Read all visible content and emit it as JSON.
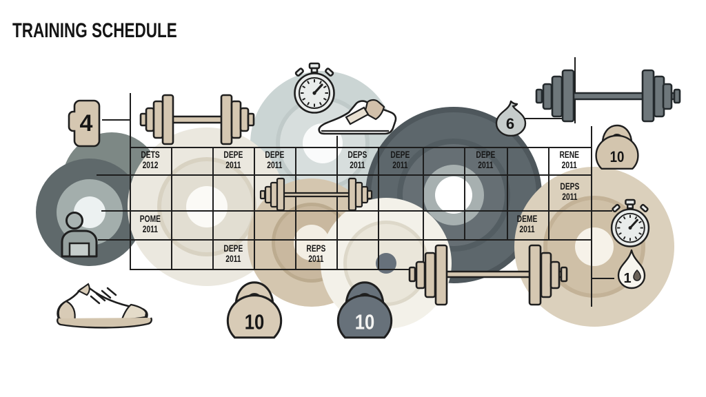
{
  "title": "TRAINING SCHEDULE",
  "table": {
    "cells": [
      {
        "name": "DETS",
        "year": "2012"
      },
      {
        "name": "DEPE",
        "year": "2011"
      },
      {
        "name": "DEPE",
        "year": "2011"
      },
      {
        "name": "DEPS",
        "year": "2011"
      },
      {
        "name": "DEPE",
        "year": "2011"
      },
      {
        "name": "DEPE",
        "year": "2011"
      },
      {
        "name": "RENE",
        "year": "2011"
      },
      {
        "name": "DEPS",
        "year": "2011"
      },
      {
        "name": "POME",
        "year": "2011"
      },
      {
        "name": "DEME",
        "year": "2011"
      },
      {
        "name": "DEPE",
        "year": "2011"
      },
      {
        "name": "REPS",
        "year": "2011"
      }
    ]
  },
  "badges": {
    "tag": "4",
    "drop_top": "6",
    "kettlebell_top_right": "10",
    "kettlebell_bottom_tan": "10",
    "kettlebell_bottom_dark": "10",
    "drop_right": "1"
  },
  "icons": [
    "number-tag",
    "dumbbell-icon",
    "stopwatch-icon",
    "trainer-shoe-icon",
    "water-drop-icon",
    "barbell-icon",
    "kettlebell-icon",
    "person-icon",
    "sneaker-icon",
    "weight-plate"
  ],
  "colors": {
    "ink": "#1d1d1d",
    "tan": "#d5c7b1",
    "dark_gray": "#6e777b",
    "slate_plate": "#5d676c",
    "cream_plate": "#ebe8df",
    "pale_gray_plate": "#cbd5d4",
    "tan_plate": "#dbd0bc"
  }
}
